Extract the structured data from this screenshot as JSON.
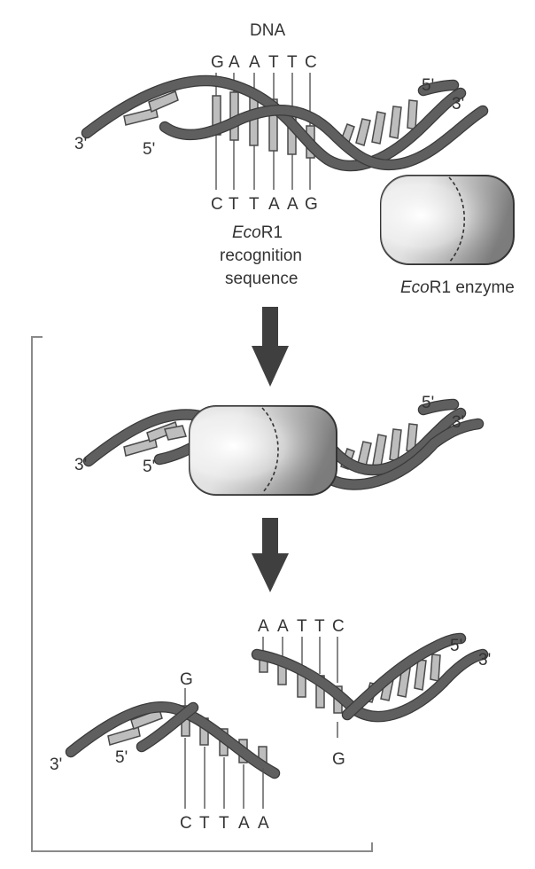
{
  "labels": {
    "dna_title": "DNA",
    "top_sequence": [
      "G",
      "A",
      "A",
      "T",
      "T",
      "C"
    ],
    "bottom_sequence": [
      "C",
      "T",
      "T",
      "A",
      "A",
      "G"
    ],
    "recognition_line1_italic": "Eco",
    "recognition_line1_rest": "R1",
    "recognition_line2": "recognition",
    "recognition_line3": "sequence",
    "enzyme_label_italic": "Eco",
    "enzyme_label_rest": "R1 enzyme",
    "prime5": "5'",
    "prime3": "3'",
    "cut_top_overhang": [
      "A",
      "A",
      "T",
      "T",
      "C"
    ],
    "cut_top_end": "G",
    "cut_bottom_start": "G",
    "cut_bottom_overhang": [
      "C",
      "T",
      "T",
      "A",
      "A"
    ]
  },
  "colors": {
    "strand": "#5f5f5f",
    "rung": "#bdbdbd",
    "arrow": "#3f3f3f",
    "enzyme_light": "#ffffff",
    "enzyme_dark": "#7a7a7a"
  }
}
